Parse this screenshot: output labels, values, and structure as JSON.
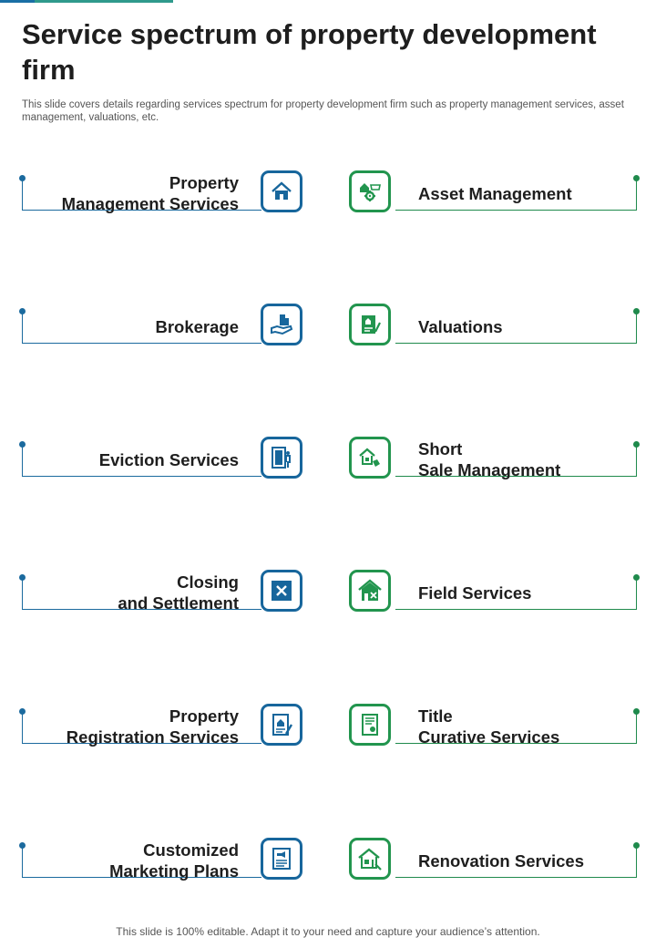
{
  "title": "Service spectrum of property development firm",
  "subtitle": "This slide covers details regarding services spectrum for property development firm such as property management services, asset management, valuations, etc.",
  "colors": {
    "left_accent": "#17669c",
    "right_accent": "#22954e"
  },
  "rows": [
    {
      "left": {
        "label": "Property\nManagement Services",
        "icon": "house-icon"
      },
      "right": {
        "label": "Asset Management",
        "icon": "asset-gear-icon"
      }
    },
    {
      "left": {
        "label": "Brokerage",
        "icon": "hand-building-icon"
      },
      "right": {
        "label": "Valuations",
        "icon": "document-pen-icon"
      }
    },
    {
      "left": {
        "label": "Eviction Services",
        "icon": "door-exit-icon"
      },
      "right": {
        "label": "Short\nSale Management",
        "icon": "house-tag-icon"
      }
    },
    {
      "left": {
        "label": "Closing\nand Settlement",
        "icon": "close-x-icon"
      },
      "right": {
        "label": "Field Services",
        "icon": "house-tools-icon"
      }
    },
    {
      "left": {
        "label": "Property\nRegistration Services",
        "icon": "registration-form-icon"
      },
      "right": {
        "label": "Title\nCurative Services",
        "icon": "certificate-icon"
      }
    },
    {
      "left": {
        "label": "Customized\nMarketing Plans",
        "icon": "marketing-plan-icon"
      },
      "right": {
        "label": "Renovation Services",
        "icon": "renovation-house-icon"
      }
    }
  ],
  "footer": "This slide is 100% editable. Adapt it to your need and capture your audience’s attention."
}
